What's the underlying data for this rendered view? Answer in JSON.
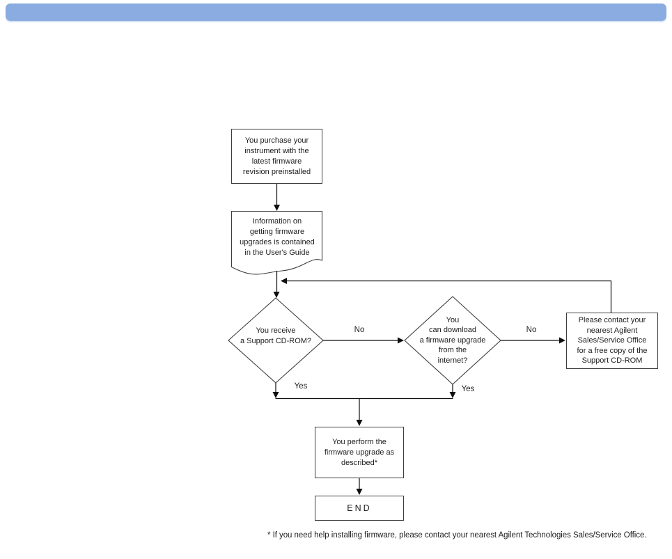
{
  "top_banner": {
    "color": "#8BACE0"
  },
  "flowchart": {
    "nodes": {
      "purchase": "You purchase your\ninstrument with the\nlatest firmware\nrevision preinstalled",
      "info_doc": "Information on\ngetting firmware\nupgrades is contained\nin the User's Guide",
      "receive_cd": "You receive\na Support CD-ROM?",
      "download": "You\ncan download\na firmware upgrade\nfrom the\ninternet?",
      "contact": "Please contact your\nnearest Agilent\nSales/Service Office\nfor a free copy of the\nSupport CD-ROM",
      "perform": "You perform the\nfirmware upgrade as\ndescribed*",
      "end": "END"
    },
    "edge_labels": {
      "receive_no": "No",
      "receive_yes": "Yes",
      "download_no": "No",
      "download_yes": "Yes"
    },
    "footnote": "* If you need help installing firmware, please contact your nearest Agilent Technologies Sales/Service Office.",
    "line_color": "#0f0f0f",
    "border_color": "#3d3d3d"
  }
}
